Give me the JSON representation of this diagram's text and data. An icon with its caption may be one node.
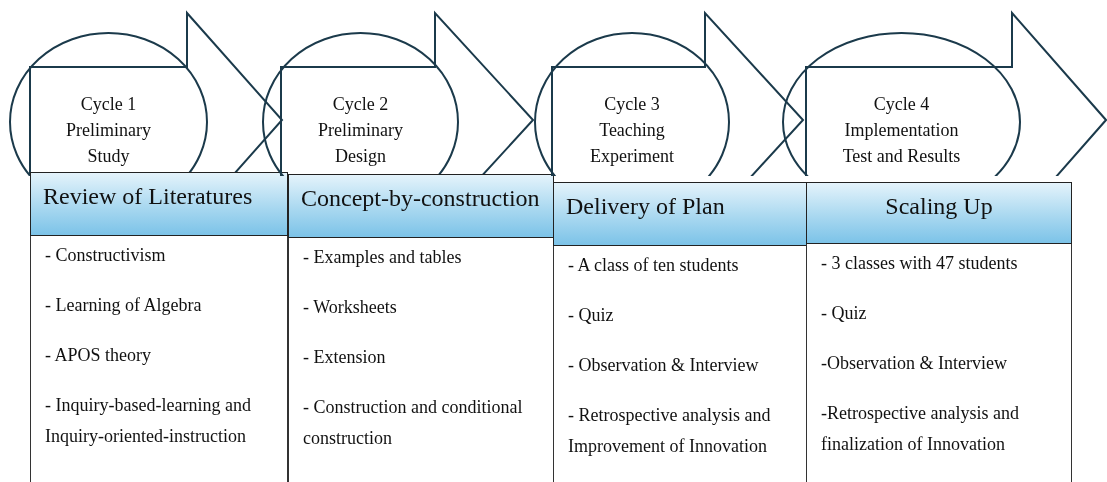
{
  "diagram": {
    "nodes": [
      {
        "text": [
          "Cycle 1",
          "Preliminary Study"
        ]
      },
      {
        "text": [
          "Review of Literatures"
        ]
      },
      {
        "text": [
          "- Constructivism",
          "- Learning of Algebra",
          "- APOS theory",
          "- Inquiry-based-learning and Inquiry-oriented-instruction"
        ]
      },
      {
        "text": [
          "Cycle 2",
          "Preliminary Design"
        ]
      },
      {
        "text": [
          "Concept-by-construction"
        ]
      },
      {
        "text": [
          "- Examples and tables",
          "- Worksheets",
          "- Extension",
          "- Construction and conditional construction"
        ]
      },
      {
        "text": [
          "Cycle 3",
          "Teaching Experiment"
        ]
      },
      {
        "text": [
          "Delivery of Plan"
        ]
      },
      {
        "text": [
          "- A class of ten students",
          "- Quiz",
          "- Observation & Interview",
          "- Retrospective analysis and Improvement of Innovation"
        ]
      },
      {
        "text": [
          "Cycle 4",
          "Implementation Test and Results"
        ]
      },
      {
        "text": [
          "Scaling Up"
        ]
      },
      {
        "text": [
          "- 3 classes with 47 students",
          "- Quiz",
          "-Observation & Interview",
          "-Retrospective analysis and finalization of Innovation"
        ]
      }
    ]
  }
}
